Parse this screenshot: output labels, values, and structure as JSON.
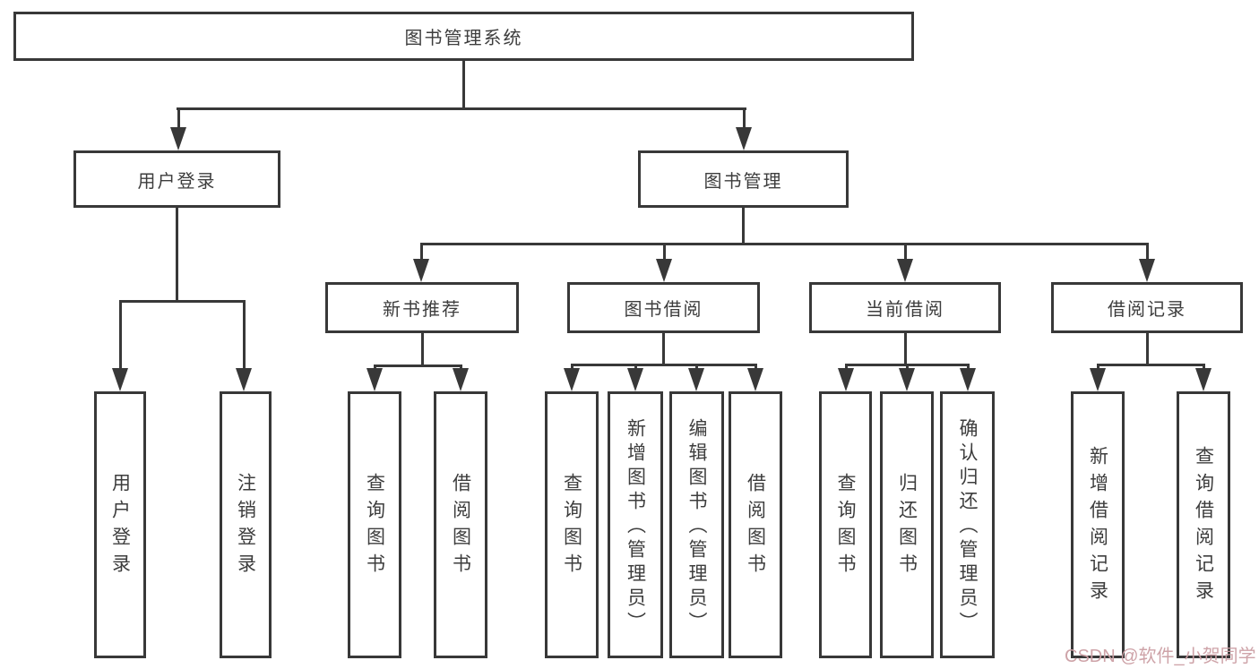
{
  "diagram_title": "图书管理系统",
  "nodes": {
    "root": {
      "label": "图书管理系统"
    },
    "level1": {
      "user_login": {
        "label": "用户登录"
      },
      "book_mgmt": {
        "label": "图书管理"
      }
    },
    "user_login_children": [
      {
        "label": "用户登录"
      },
      {
        "label": "注销登录"
      }
    ],
    "level2": [
      {
        "label": "新书推荐"
      },
      {
        "label": "图书借阅"
      },
      {
        "label": "当前借阅"
      },
      {
        "label": "借阅记录"
      }
    ],
    "new_book_children": [
      {
        "label": "查询图书"
      },
      {
        "label": "借阅图书"
      }
    ],
    "book_borrow_children": [
      {
        "label": "查询图书"
      },
      {
        "label": "新增图书（管理员）"
      },
      {
        "label": "编辑图书（管理员）"
      },
      {
        "label": "借阅图书"
      }
    ],
    "current_borrow_children": [
      {
        "label": "查询图书"
      },
      {
        "label": "归还图书"
      },
      {
        "label": "确认归还（管理员）"
      }
    ],
    "borrow_record_children": [
      {
        "label": "新增借阅记录"
      },
      {
        "label": "查询借阅记录"
      }
    ]
  },
  "watermark": {
    "text": "CSDN @软件_小贺同学"
  },
  "colors": {
    "line": "#383838",
    "text": "#3d3d3d",
    "watermark": "#cba3a7",
    "background": "#ffffff"
  }
}
